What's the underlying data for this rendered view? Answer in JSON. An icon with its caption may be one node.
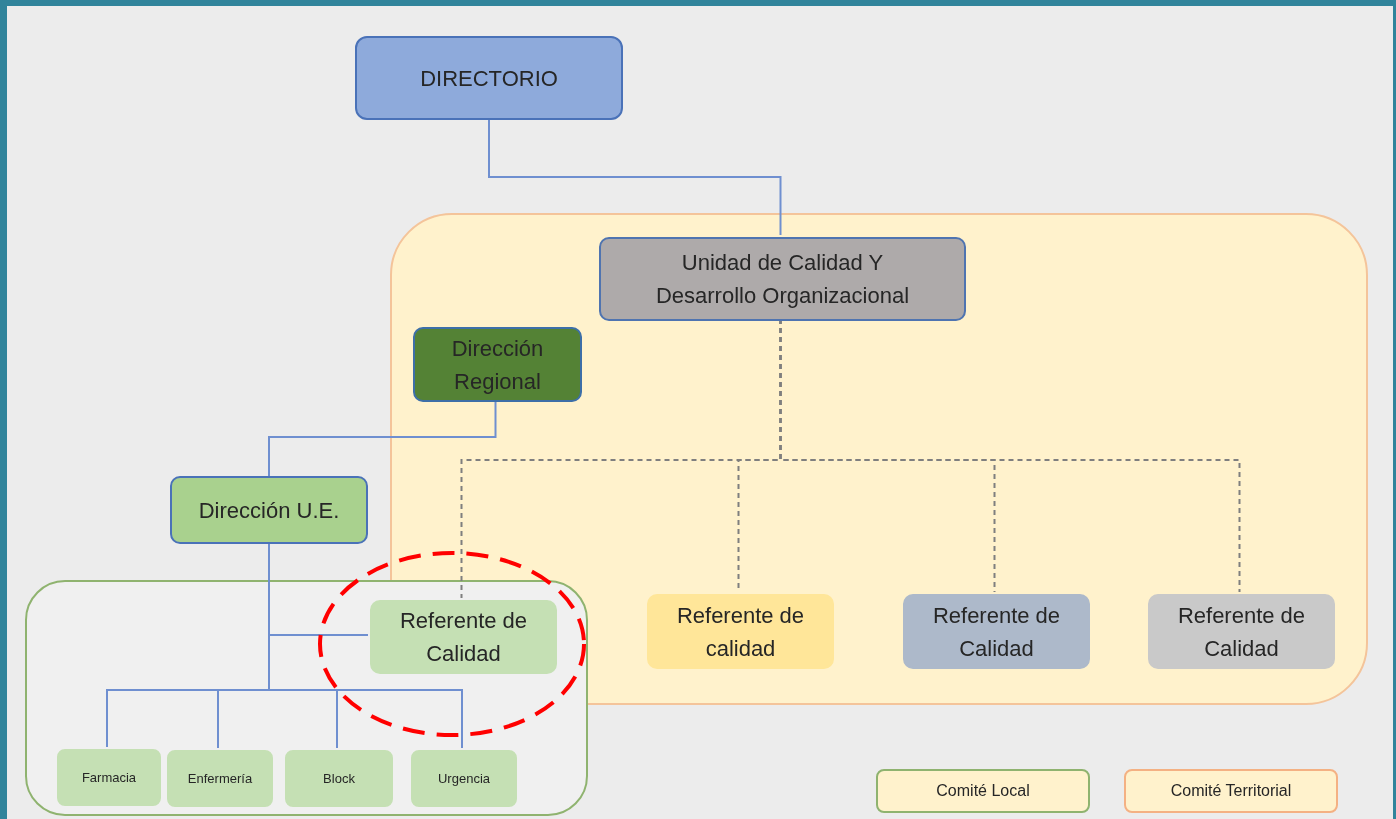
{
  "diagram": {
    "nodes": [
      {
        "text": [
          "DIRECTORIO"
        ]
      },
      {
        "text": [],
        "shape": "box"
      },
      {
        "text": [
          "Unidad de Calidad Y Desarrollo Organizacional"
        ],
        "in": 1
      },
      {
        "text": [
          "Dirección Regional"
        ],
        "in": 1
      },
      {
        "text": [
          "Dirección U.E."
        ]
      },
      {
        "text": [],
        "shape": "box"
      },
      {
        "text": [
          "Referente de Calidad"
        ],
        "in": 5
      },
      {
        "text": [
          "Farmacia"
        ],
        "in": 5
      },
      {
        "text": [
          "Enfermería"
        ],
        "in": 5
      },
      {
        "text": [
          "Block"
        ],
        "in": 5
      },
      {
        "text": [
          "Urgencia"
        ],
        "in": 5
      },
      {
        "text": [
          "Referente de calidad"
        ],
        "in": 1
      },
      {
        "text": [
          "Referente de Calidad"
        ],
        "in": 1
      },
      {
        "text": [
          "Referente de Calidad"
        ],
        "in": 1
      }
    ],
    "edges": [
      {
        "from": 0,
        "to": 2,
        "arrow": "none"
      },
      {
        "from": 3,
        "to": 4,
        "arrow": "none"
      },
      {
        "from": 4,
        "to": 6,
        "arrow": "none"
      },
      {
        "from": 4,
        "to": 7,
        "arrow": "none"
      },
      {
        "from": 4,
        "to": 8,
        "arrow": "none"
      },
      {
        "from": 4,
        "to": 9,
        "arrow": "none"
      },
      {
        "from": 4,
        "to": 10,
        "arrow": "none"
      },
      {
        "from": 2,
        "to": 6,
        "arrow": "none",
        "style": "dashed",
        "color": "#7f7f7f"
      },
      {
        "from": 2,
        "to": 11,
        "arrow": "none",
        "style": "dashed",
        "color": "#7f7f7f"
      },
      {
        "from": 2,
        "to": 12,
        "arrow": "none",
        "style": "dashed",
        "color": "#7f7f7f"
      },
      {
        "from": 2,
        "to": 13,
        "arrow": "none",
        "style": "dashed",
        "color": "#7f7f7f"
      }
    ],
    "legend": [
      {
        "text": "Comité Local",
        "color": "#8fb36f"
      },
      {
        "text": "Comité Territorial",
        "color": "#f4b183"
      }
    ]
  }
}
